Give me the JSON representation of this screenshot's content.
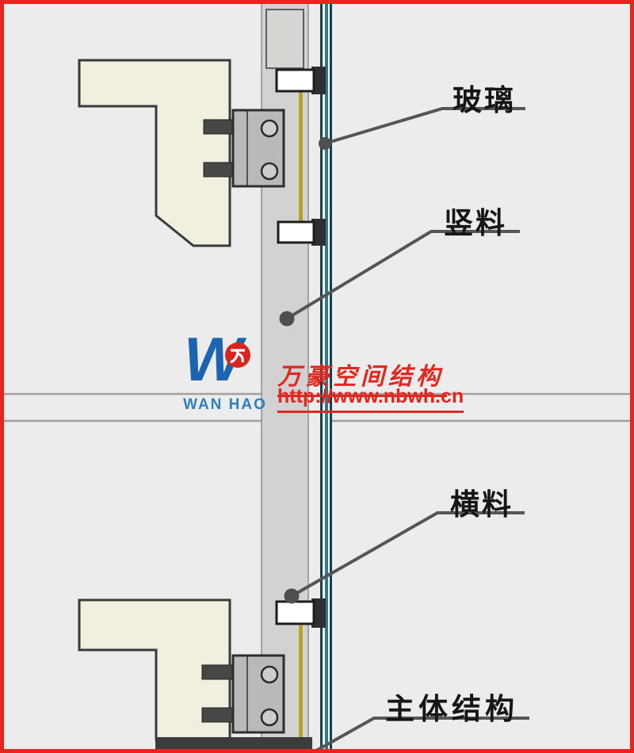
{
  "diagram": {
    "type": "curtain-wall-section-detail",
    "callouts": [
      {
        "id": "glass",
        "label": "玻璃"
      },
      {
        "id": "mullion",
        "label": "竖料"
      },
      {
        "id": "transom",
        "label": "横料"
      },
      {
        "id": "main_structure",
        "label": "主体结构"
      }
    ]
  },
  "watermark": {
    "logo_letter": "W",
    "brand_latin": "WAN HAO",
    "brand_cn": "万豪空间结构",
    "url": "http://www.nbwh.cn"
  },
  "colors": {
    "frame_red": "#e8241d",
    "background": "#ececec",
    "structure_fill": "#f1f0e0",
    "outline_dark": "#3a3a3a",
    "mullion_fill": "#d2d2d2",
    "bracket_fill": "#b9b9b9",
    "glass_dark": "#16404f",
    "glass_teal": "#2d7b8d",
    "gasket_yellow": "#b2a22e",
    "leader_gray": "#565656",
    "watermark_blue": "#1d64b0",
    "watermark_red": "#e02820"
  }
}
